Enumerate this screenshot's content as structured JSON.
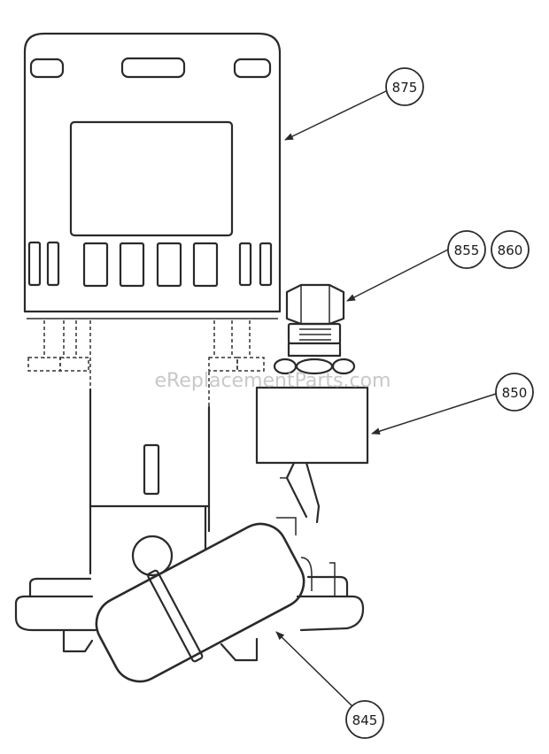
{
  "callouts": {
    "c875": "875",
    "c855": "855",
    "c860": "860",
    "c850": "850",
    "c845": "845"
  },
  "watermark": "eReplacementParts.com"
}
